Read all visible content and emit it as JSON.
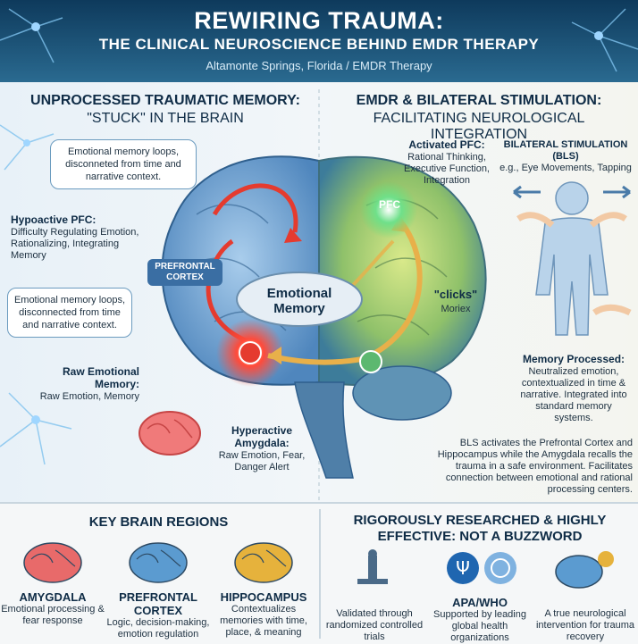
{
  "header": {
    "title": "REWIRING TRAUMA:",
    "subtitle": "THE CLINICAL NEUROSCIENCE BEHIND EMDR THERAPY",
    "location": "Altamonte Springs, Florida / EMDR Therapy"
  },
  "left": {
    "heading_line1": "UNPROCESSED TRAUMATIC MEMORY:",
    "heading_line2": "\"STUCK\" IN THE BRAIN",
    "callout_top": "Emotional memory loops, disconneted from time and narrative context.",
    "hypoactive_title": "Hypoactive PFC:",
    "hypoactive_text": "Difficulty Regulating Emotion, Rationalizing, Integrating Memory",
    "callout_mid": "Emotional memory loops, disconnected from time and narrative context.",
    "raw_title": "Raw Emotional Memory:",
    "raw_text": "Raw Emotion, Memory",
    "pfc_tag": "PREFRONTAL CORTEX",
    "amygdala_title": "Hyperactive Amygdala:",
    "amygdala_text": "Raw Emotion, Fear, Danger Alert"
  },
  "center": {
    "emotional_memory": "Emotional Memory",
    "clicks": "\"clicks\"",
    "moriex": "Moriex",
    "pfc_glow": "PFC"
  },
  "right": {
    "heading_line1": "EMDR & BILATERAL STIMULATION:",
    "heading_line2": "FACILITATING NEUROLOGICAL INTEGRATION",
    "activated_title": "Activated PFC:",
    "activated_text": "Rational Thinking, Executive Function, Integration",
    "bls_title": "BILATERAL STIMULATION (BLS)",
    "bls_text": "e.g., Eye Movements, Tapping",
    "processed_title": "Memory Processed:",
    "processed_text": "Neutralized emotion, contextualized in time & narrative. Integrated into standard memory systems.",
    "bls_summary": "BLS activates the Prefrontal Cortex and Hippocampus while the Amygdala recalls the trauma in a safe environment. Facilitates connection between emotional and rational processing centers."
  },
  "regions": {
    "title": "KEY BRAIN REGIONS",
    "items": [
      {
        "name": "AMYGDALA",
        "desc": "Emotional processing & fear response",
        "color": "#e86a6a"
      },
      {
        "name": "PREFRONTAL CORTEX",
        "desc": "Logic, decision-making, emotion regulation",
        "color": "#5b9bd0"
      },
      {
        "name": "HIPPOCAMPUS",
        "desc": "Contextualizes memories with time, place, & meaning",
        "color": "#e6b23c"
      }
    ]
  },
  "research": {
    "title_line1": "RIGOROUSLY RESEARCHED & HIGHLY",
    "title_line2": "EFFECTIVE: NOT A BUZZWORD",
    "items": [
      {
        "name": "",
        "desc": "Validated through randomized controlled trials"
      },
      {
        "name": "APA/WHO",
        "desc": "Supported by leading global health organizations"
      },
      {
        "name": "",
        "desc": "A true neurological intervention for trauma recovery"
      }
    ]
  },
  "colors": {
    "header": "#0e3a5c",
    "left_brain": "#6a9fcf",
    "right_brain": "#d6c04a",
    "alarm": "#e53b2f",
    "arrow_gold": "#e8b04a"
  }
}
